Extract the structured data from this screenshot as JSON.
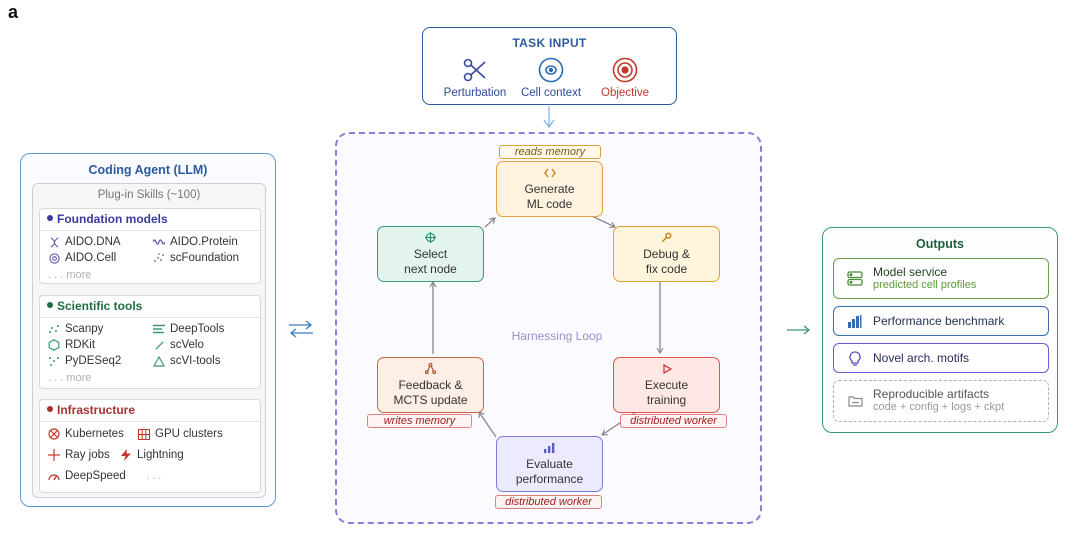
{
  "panel_label": "a",
  "task_input": {
    "title": "TASK INPUT",
    "items": [
      {
        "label": "Perturbation",
        "icon": "scissors-icon",
        "color": "#2b4a9a"
      },
      {
        "label": "Cell context",
        "icon": "cell-icon",
        "color": "#2b6ab0"
      },
      {
        "label": "Objective",
        "icon": "target-icon",
        "color": "#c0392b"
      }
    ]
  },
  "agent": {
    "title": "Coding Agent (LLM)",
    "skills_title": "Plug-in Skills (~100)",
    "categories": [
      {
        "title": "Foundation models",
        "color": "#4a4ab0",
        "skills": [
          {
            "label": "AIDO.DNA",
            "icon": "dna-icon"
          },
          {
            "label": "AIDO.Protein",
            "icon": "wave-icon"
          },
          {
            "label": "AIDO.Cell",
            "icon": "cell-icon"
          },
          {
            "label": "scFoundation",
            "icon": "scatter-icon"
          }
        ],
        "more": ". . .  more"
      },
      {
        "title": "Scientific tools",
        "color": "#1f6e46",
        "skills": [
          {
            "label": "Scanpy",
            "icon": "scatter-icon"
          },
          {
            "label": "DeepTools",
            "icon": "bars-icon"
          },
          {
            "label": "RDKit",
            "icon": "hexagon-icon"
          },
          {
            "label": "scVelo",
            "icon": "slash-icon"
          },
          {
            "label": "PyDESeq2",
            "icon": "dots-icon"
          },
          {
            "label": "scVI-tools",
            "icon": "triangle-icon"
          }
        ],
        "more": ". . .  more"
      },
      {
        "title": "Infrastructure",
        "color": "#a83232",
        "skills": [
          {
            "label": "Kubernetes",
            "icon": "helm-icon"
          },
          {
            "label": "GPU clusters",
            "icon": "grid-icon"
          },
          {
            "label": "Ray jobs",
            "icon": "cross-icon"
          },
          {
            "label": "Lightning",
            "icon": "bolt-icon"
          },
          {
            "label": "DeepSpeed",
            "icon": "gauge-icon"
          },
          {
            "label": ". . .",
            "icon": ""
          }
        ]
      }
    ]
  },
  "loop": {
    "label": "Harnessing Loop",
    "nodes": [
      {
        "id": "generate",
        "line1": "Generate",
        "line2": "ML code",
        "icon": "code-icon",
        "tag": "reads memory"
      },
      {
        "id": "debug",
        "line1": "Debug &",
        "line2": "fix code",
        "icon": "wrench-icon",
        "tag": ""
      },
      {
        "id": "execute",
        "line1": "Execute",
        "line2": "training",
        "icon": "play-icon",
        "tag": "distributed worker"
      },
      {
        "id": "evaluate",
        "line1": "Evaluate",
        "line2": "performance",
        "icon": "chart-icon",
        "tag": "distributed worker"
      },
      {
        "id": "feedback",
        "line1": "Feedback &",
        "line2": "MCTS update",
        "icon": "tree-icon",
        "tag": "writes memory"
      },
      {
        "id": "select",
        "line1": "Select",
        "line2": "next node",
        "icon": "crosshair-icon",
        "tag": ""
      }
    ]
  },
  "outputs": {
    "title": "Outputs",
    "items": [
      {
        "label": "Model service",
        "sub": "predicted cell profiles",
        "icon": "server-icon"
      },
      {
        "label": "Performance benchmark",
        "sub": "",
        "icon": "chart-icon"
      },
      {
        "label": "Novel arch. motifs",
        "sub": "",
        "icon": "bulb-icon"
      },
      {
        "label": "Reproducible artifacts",
        "sub": "code + config + logs + ckpt",
        "icon": "folder-icon"
      }
    ]
  },
  "colors": {
    "generate": "#f0a440",
    "debug": "#e0a030",
    "execute": "#d9534f",
    "evaluate": "#6a6ad0",
    "feedback": "#c0553a",
    "select": "#3a9a78"
  }
}
